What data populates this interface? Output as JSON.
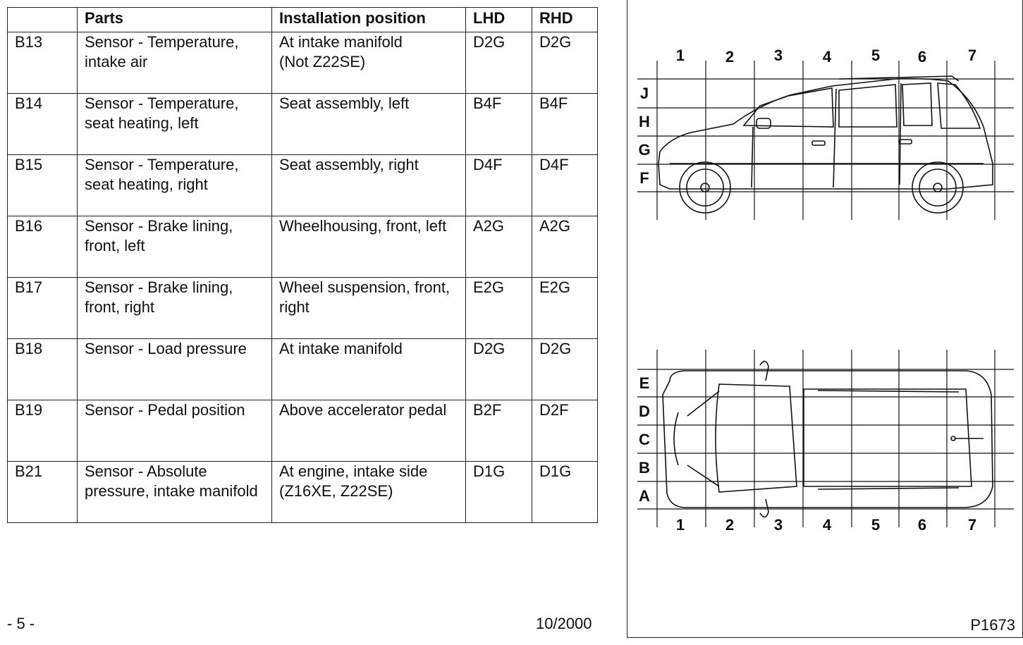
{
  "table": {
    "headers": {
      "code": "",
      "parts": "Parts",
      "position": "Installation position",
      "lhd": "LHD",
      "rhd": "RHD"
    },
    "rows": [
      {
        "code": "B13",
        "part": "Sensor - Temperature,\nintake air",
        "position": "At intake manifold\n(Not Z22SE)",
        "lhd": "D2G",
        "rhd": "D2G"
      },
      {
        "code": "B14",
        "part": "Sensor - Temperature,\nseat heating, left",
        "position": "Seat assembly, left",
        "lhd": "B4F",
        "rhd": "B4F"
      },
      {
        "code": "B15",
        "part": "Sensor - Temperature,\nseat heating, right",
        "position": "Seat assembly, right",
        "lhd": "D4F",
        "rhd": "D4F"
      },
      {
        "code": "B16",
        "part": "Sensor - Brake lining,\nfront, left",
        "position": "Wheelhousing, front, left",
        "lhd": "A2G",
        "rhd": "A2G"
      },
      {
        "code": "B17",
        "part": "Sensor - Brake lining,\nfront, right",
        "position": "Wheel suspension, front,\nright",
        "lhd": "E2G",
        "rhd": "E2G"
      },
      {
        "code": "B18",
        "part": "Sensor - Load pressure",
        "position": "At intake manifold",
        "lhd": "D2G",
        "rhd": "D2G"
      },
      {
        "code": "B19",
        "part": "Sensor - Pedal position",
        "position": "Above accelerator pedal",
        "lhd": "B2F",
        "rhd": "D2F"
      },
      {
        "code": "B21",
        "part": "Sensor - Absolute\npressure, intake manifold",
        "position": "At engine, intake side\n(Z16XE, Z22SE)",
        "lhd": "D1G",
        "rhd": "D1G"
      }
    ]
  },
  "footer": {
    "page": "- 5 -",
    "date": "10/2000"
  },
  "diagram": {
    "columns": [
      "1",
      "2",
      "3",
      "4",
      "5",
      "6",
      "7"
    ],
    "side_rows": [
      "J",
      "H",
      "G",
      "F"
    ],
    "top_rows": [
      "E",
      "D",
      "C",
      "B",
      "A"
    ],
    "figure_code": "P1673"
  }
}
